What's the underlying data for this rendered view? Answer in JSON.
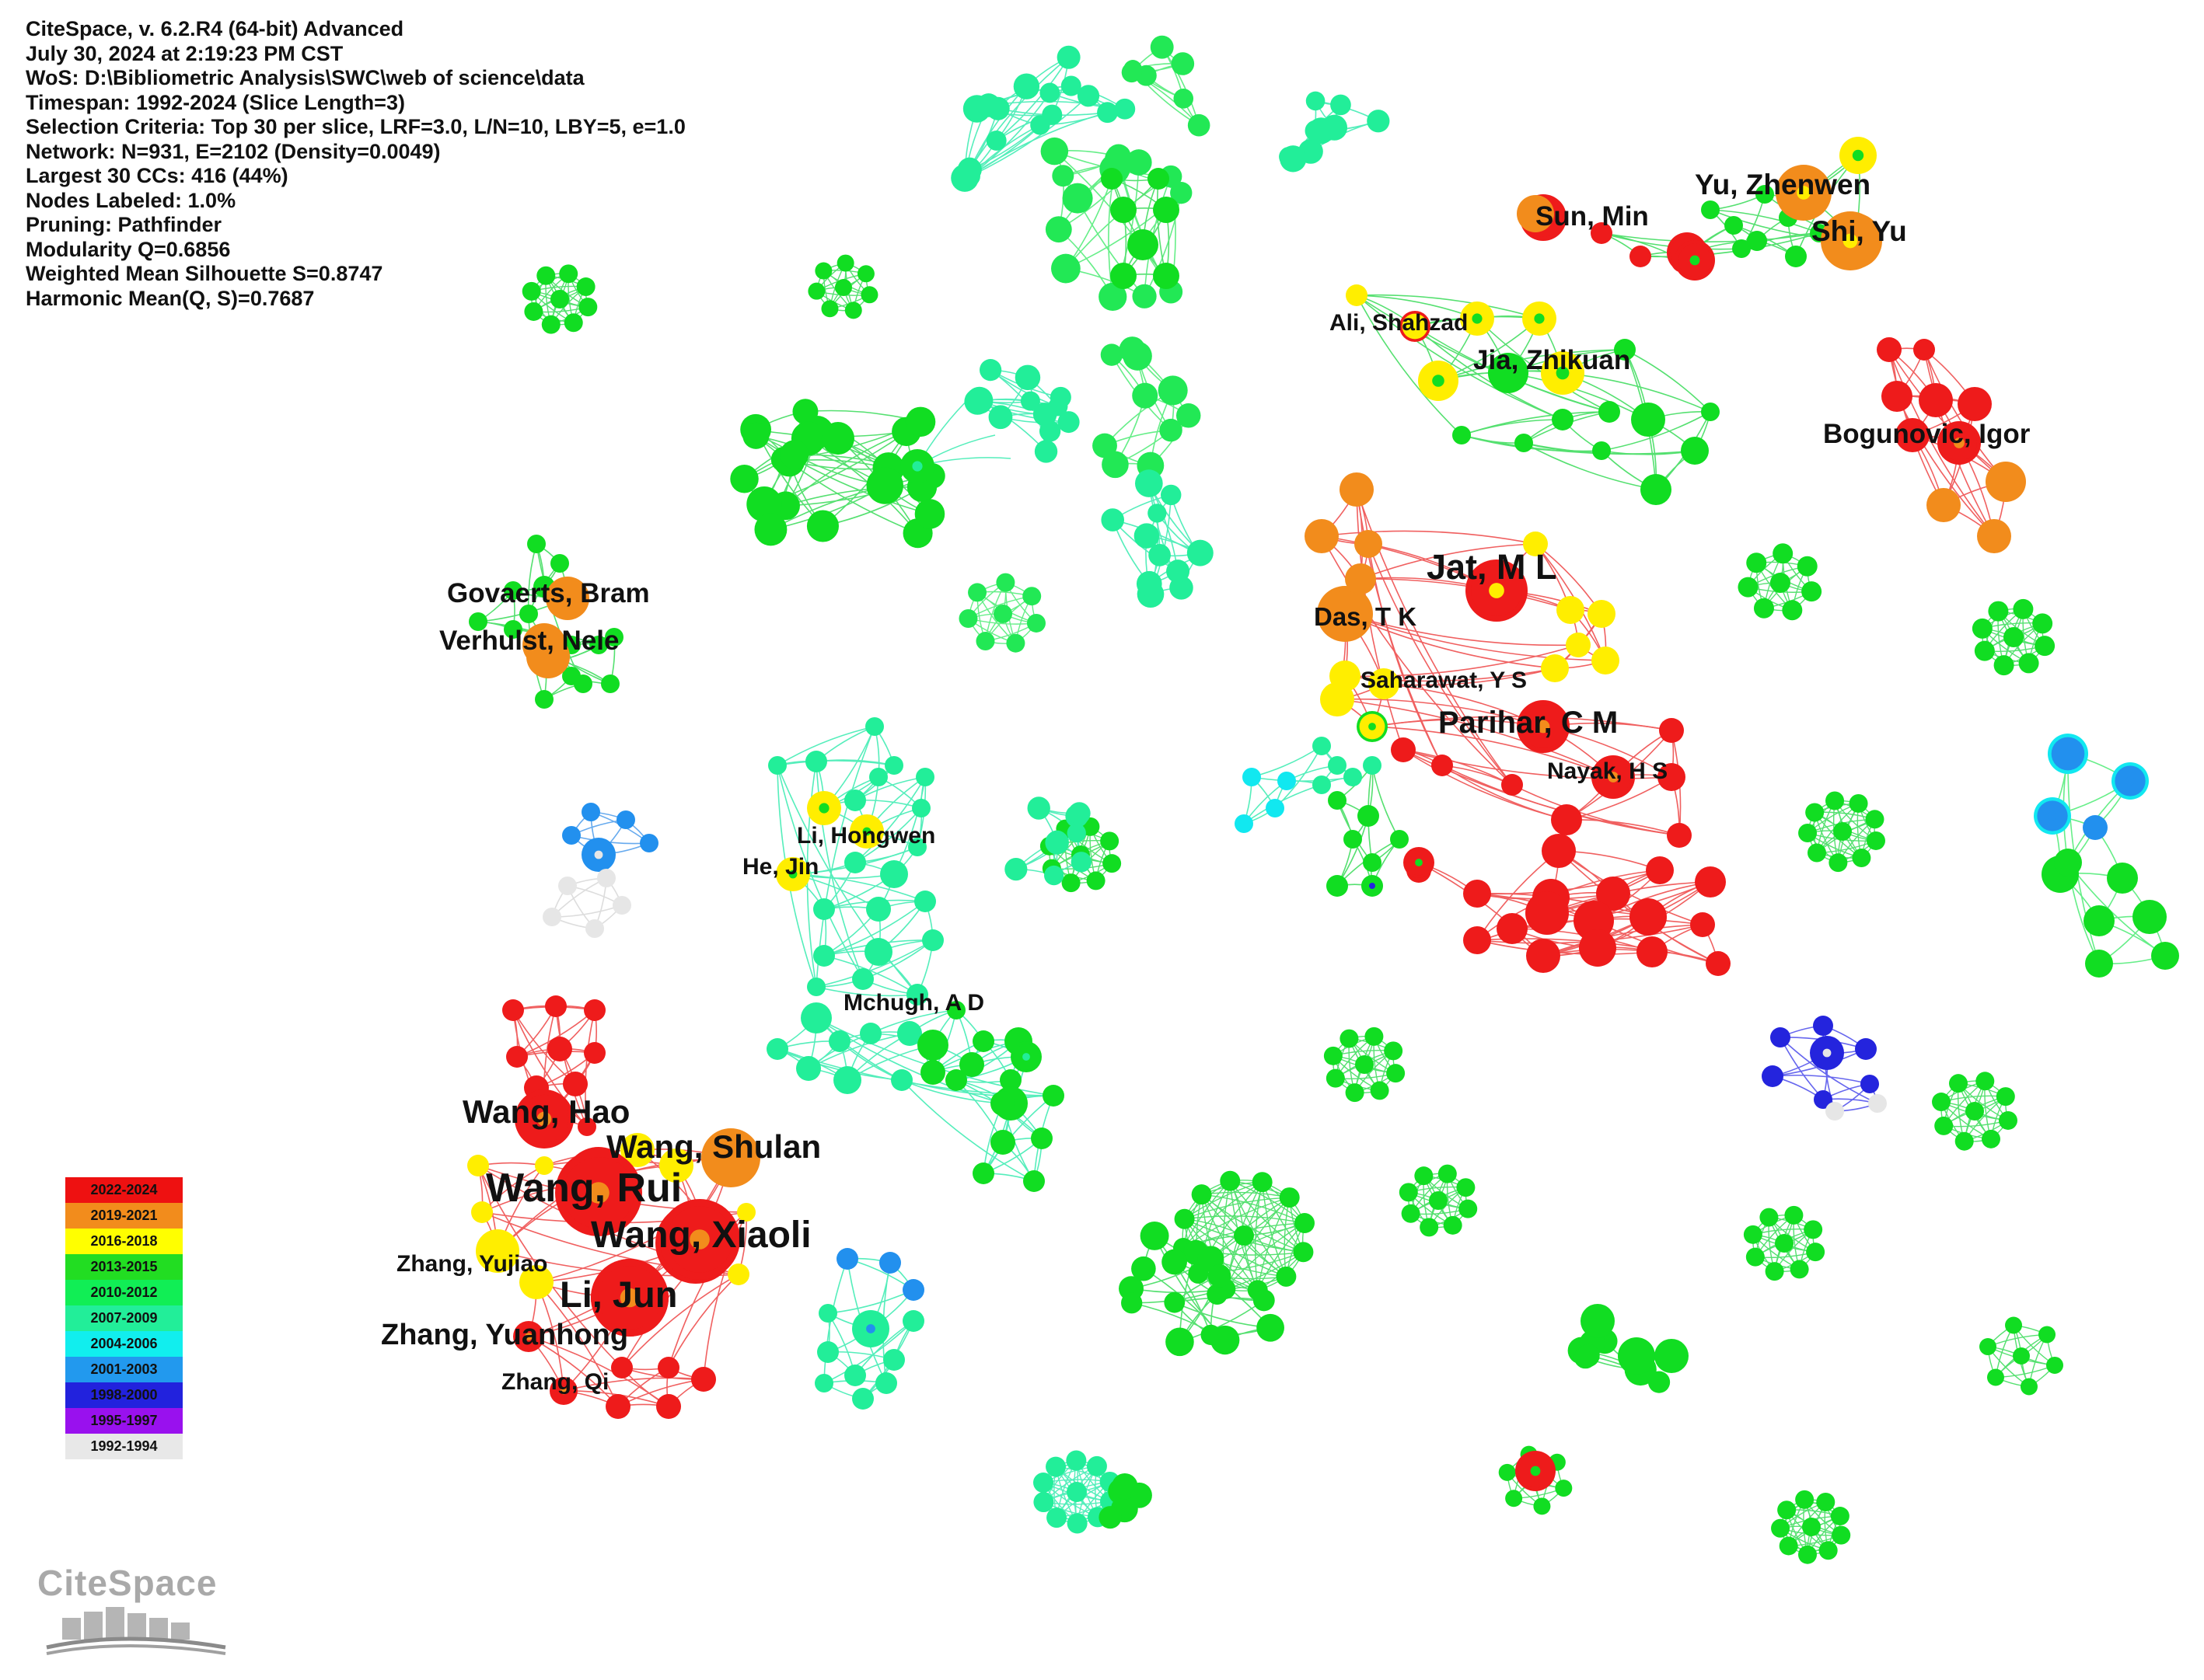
{
  "info_lines": [
    "CiteSpace, v. 6.2.R4 (64-bit) Advanced",
    "July 30, 2024 at 2:19:23 PM CST",
    "WoS: D:\\Bibliometric Analysis\\SWC\\web of science\\data",
    "Timespan: 1992-2024 (Slice Length=3)",
    "Selection Criteria: Top 30 per slice, LRF=3.0, L/N=10, LBY=5, e=1.0",
    "Network: N=931, E=2102 (Density=0.0049)",
    "Largest 30 CCs: 416 (44%)",
    "Nodes Labeled: 1.0%",
    "Pruning: Pathfinder",
    "Modularity Q=0.6856",
    "Weighted Mean Silhouette S=0.8747",
    "Harmonic Mean(Q, S)=0.7687"
  ],
  "legend": [
    {
      "label": "2022-2024",
      "color": "#ee1111"
    },
    {
      "label": "2019-2021",
      "color": "#f28c1c"
    },
    {
      "label": "2016-2018",
      "color": "#ffff00"
    },
    {
      "label": "2013-2015",
      "color": "#22dd22"
    },
    {
      "label": "2010-2012",
      "color": "#11ee55"
    },
    {
      "label": "2007-2009",
      "color": "#22ee99"
    },
    {
      "label": "2004-2006",
      "color": "#11eeee"
    },
    {
      "label": "2001-2003",
      "color": "#2299ee"
    },
    {
      "label": "1998-2000",
      "color": "#2222dd"
    },
    {
      "label": "1995-1997",
      "color": "#9911ee"
    },
    {
      "label": "1992-1994",
      "color": "#e8e8e8"
    }
  ],
  "logo": {
    "text": "CiteSpace"
  },
  "authors": [
    {
      "name": "Yu, Zhenwen"
    },
    {
      "name": "Sun, Min"
    },
    {
      "name": "Shi, Yu"
    },
    {
      "name": "Ali, Shahzad"
    },
    {
      "name": "Jia, Zhikuan"
    },
    {
      "name": "Bogunovic, Igor"
    },
    {
      "name": "Jat, M L"
    },
    {
      "name": "Das, T K"
    },
    {
      "name": "Saharawat, Y S"
    },
    {
      "name": "Parihar, C M"
    },
    {
      "name": "Nayak, H S"
    },
    {
      "name": "Govaerts, Bram"
    },
    {
      "name": "Verhulst, Nele"
    },
    {
      "name": "Li, Hongwen"
    },
    {
      "name": "He, Jin"
    },
    {
      "name": "Mchugh, A D"
    },
    {
      "name": "Wang, Hao"
    },
    {
      "name": "Wang, Shulan"
    },
    {
      "name": "Wang, Rui"
    },
    {
      "name": "Wang, Xiaoli"
    },
    {
      "name": "Zhang, Yujiao"
    },
    {
      "name": "Li, Jun"
    },
    {
      "name": "Zhang, Yuanhong"
    },
    {
      "name": "Zhang, Qi"
    }
  ]
}
